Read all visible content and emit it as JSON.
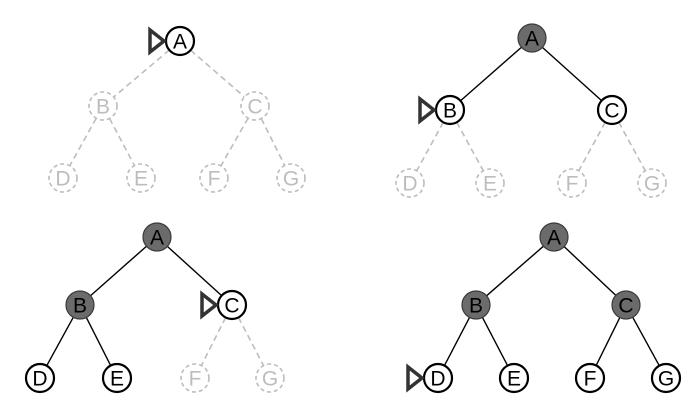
{
  "colors": {
    "visited_fill": "#6b6b6b",
    "active_stroke": "#000000",
    "unvisited_stroke": "#bdbdbd",
    "unvisited_text": "#bdbdbd",
    "edge_active": "#000000",
    "edge_inactive": "#bdbdbd",
    "pointer": "#333333"
  },
  "panels": [
    {
      "id": "panel-1",
      "pointer_at": "A",
      "nodes": [
        {
          "id": "A",
          "label": "A",
          "state": "frontier"
        },
        {
          "id": "B",
          "label": "B",
          "state": "unvisited"
        },
        {
          "id": "C",
          "label": "C",
          "state": "unvisited"
        },
        {
          "id": "D",
          "label": "D",
          "state": "unvisited"
        },
        {
          "id": "E",
          "label": "E",
          "state": "unvisited"
        },
        {
          "id": "F",
          "label": "F",
          "state": "unvisited"
        },
        {
          "id": "G",
          "label": "G",
          "state": "unvisited"
        }
      ],
      "edges": [
        {
          "from": "A",
          "to": "B",
          "state": "inactive"
        },
        {
          "from": "A",
          "to": "C",
          "state": "inactive"
        },
        {
          "from": "B",
          "to": "D",
          "state": "inactive"
        },
        {
          "from": "B",
          "to": "E",
          "state": "inactive"
        },
        {
          "from": "C",
          "to": "F",
          "state": "inactive"
        },
        {
          "from": "C",
          "to": "G",
          "state": "inactive"
        }
      ]
    },
    {
      "id": "panel-2",
      "pointer_at": "B",
      "nodes": [
        {
          "id": "A",
          "label": "A",
          "state": "visited"
        },
        {
          "id": "B",
          "label": "B",
          "state": "frontier"
        },
        {
          "id": "C",
          "label": "C",
          "state": "frontier"
        },
        {
          "id": "D",
          "label": "D",
          "state": "unvisited"
        },
        {
          "id": "E",
          "label": "E",
          "state": "unvisited"
        },
        {
          "id": "F",
          "label": "F",
          "state": "unvisited"
        },
        {
          "id": "G",
          "label": "G",
          "state": "unvisited"
        }
      ],
      "edges": [
        {
          "from": "A",
          "to": "B",
          "state": "active"
        },
        {
          "from": "A",
          "to": "C",
          "state": "active"
        },
        {
          "from": "B",
          "to": "D",
          "state": "inactive"
        },
        {
          "from": "B",
          "to": "E",
          "state": "inactive"
        },
        {
          "from": "C",
          "to": "F",
          "state": "inactive"
        },
        {
          "from": "C",
          "to": "G",
          "state": "inactive"
        }
      ]
    },
    {
      "id": "panel-3",
      "pointer_at": "C",
      "nodes": [
        {
          "id": "A",
          "label": "A",
          "state": "visited"
        },
        {
          "id": "B",
          "label": "B",
          "state": "visited"
        },
        {
          "id": "C",
          "label": "C",
          "state": "frontier"
        },
        {
          "id": "D",
          "label": "D",
          "state": "frontier"
        },
        {
          "id": "E",
          "label": "E",
          "state": "frontier"
        },
        {
          "id": "F",
          "label": "F",
          "state": "unvisited"
        },
        {
          "id": "G",
          "label": "G",
          "state": "unvisited"
        }
      ],
      "edges": [
        {
          "from": "A",
          "to": "B",
          "state": "active"
        },
        {
          "from": "A",
          "to": "C",
          "state": "active"
        },
        {
          "from": "B",
          "to": "D",
          "state": "active"
        },
        {
          "from": "B",
          "to": "E",
          "state": "active"
        },
        {
          "from": "C",
          "to": "F",
          "state": "inactive"
        },
        {
          "from": "C",
          "to": "G",
          "state": "inactive"
        }
      ]
    },
    {
      "id": "panel-4",
      "pointer_at": "D",
      "nodes": [
        {
          "id": "A",
          "label": "A",
          "state": "visited"
        },
        {
          "id": "B",
          "label": "B",
          "state": "visited"
        },
        {
          "id": "C",
          "label": "C",
          "state": "visited"
        },
        {
          "id": "D",
          "label": "D",
          "state": "frontier"
        },
        {
          "id": "E",
          "label": "E",
          "state": "frontier"
        },
        {
          "id": "F",
          "label": "F",
          "state": "frontier"
        },
        {
          "id": "G",
          "label": "G",
          "state": "frontier"
        }
      ],
      "edges": [
        {
          "from": "A",
          "to": "B",
          "state": "active"
        },
        {
          "from": "A",
          "to": "C",
          "state": "active"
        },
        {
          "from": "B",
          "to": "D",
          "state": "active"
        },
        {
          "from": "B",
          "to": "E",
          "state": "active"
        },
        {
          "from": "C",
          "to": "F",
          "state": "active"
        },
        {
          "from": "C",
          "to": "G",
          "state": "active"
        }
      ]
    }
  ]
}
